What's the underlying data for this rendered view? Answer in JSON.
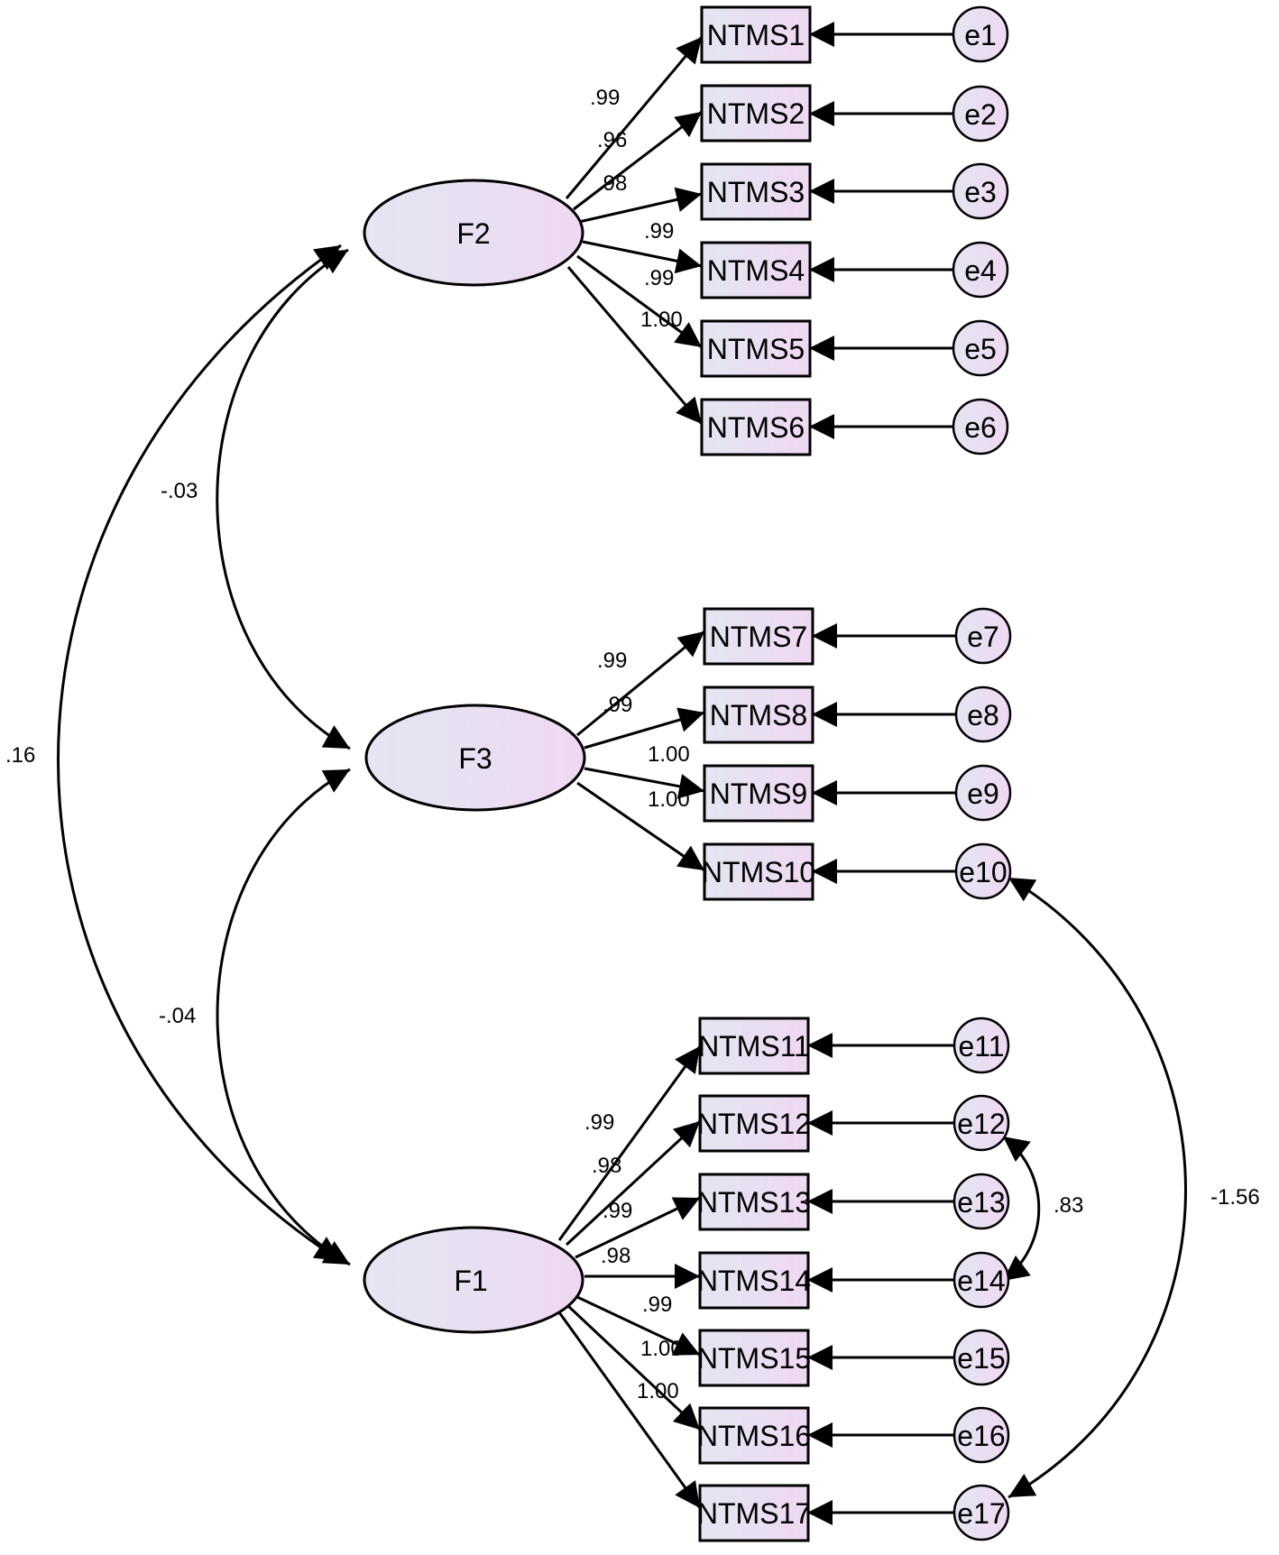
{
  "latents": [
    {
      "id": "F2",
      "label": "F2"
    },
    {
      "id": "F3",
      "label": "F3"
    },
    {
      "id": "F1",
      "label": "F1"
    }
  ],
  "observed": [
    {
      "id": "NTMS1",
      "label": "NTMS1",
      "factor": "F2",
      "loading": ".99",
      "error": "e1"
    },
    {
      "id": "NTMS2",
      "label": "NTMS2",
      "factor": "F2",
      "loading": ".96",
      "error": "e2"
    },
    {
      "id": "NTMS3",
      "label": "NTMS3",
      "factor": "F2",
      "loading": ".98",
      "error": "e3"
    },
    {
      "id": "NTMS4",
      "label": "NTMS4",
      "factor": "F2",
      "loading": ".99",
      "error": "e4"
    },
    {
      "id": "NTMS5",
      "label": "NTMS5",
      "factor": "F2",
      "loading": ".99",
      "error": "e5"
    },
    {
      "id": "NTMS6",
      "label": "NTMS6",
      "factor": "F2",
      "loading": "1.00",
      "error": "e6"
    },
    {
      "id": "NTMS7",
      "label": "NTMS7",
      "factor": "F3",
      "loading": ".99",
      "error": "e7"
    },
    {
      "id": "NTMS8",
      "label": "NTMS8",
      "factor": "F3",
      "loading": ".99",
      "error": "e8"
    },
    {
      "id": "NTMS9",
      "label": "NTMS9",
      "factor": "F3",
      "loading": "1.00",
      "error": "e9"
    },
    {
      "id": "NTMS10",
      "label": "NTMS10",
      "factor": "F3",
      "loading": "1.00",
      "error": "e10"
    },
    {
      "id": "NTMS11",
      "label": "NTMS11",
      "factor": "F1",
      "loading": ".99",
      "error": "e11"
    },
    {
      "id": "NTMS12",
      "label": "NTMS12",
      "factor": "F1",
      "loading": ".98",
      "error": "e12"
    },
    {
      "id": "NTMS13",
      "label": "NTMS13",
      "factor": "F1",
      "loading": ".99",
      "error": "e13"
    },
    {
      "id": "NTMS14",
      "label": "NTMS14",
      "factor": "F1",
      "loading": ".98",
      "error": "e14"
    },
    {
      "id": "NTMS15",
      "label": "NTMS15",
      "factor": "F1",
      "loading": ".99",
      "error": "e15"
    },
    {
      "id": "NTMS16",
      "label": "NTMS16",
      "factor": "F1",
      "loading": "1.00",
      "error": "e16"
    },
    {
      "id": "NTMS17",
      "label": "NTMS17",
      "factor": "F1",
      "loading": "1.00",
      "error": "e17"
    }
  ],
  "covariances": [
    {
      "from": "F2",
      "to": "F3",
      "value": "-.03"
    },
    {
      "from": "F3",
      "to": "F1",
      "value": "-.04"
    },
    {
      "from": "F2",
      "to": "F1",
      "value": ".16"
    },
    {
      "from": "e12",
      "to": "e14",
      "value": ".83"
    },
    {
      "from": "e10",
      "to": "e17",
      "value": "-1.56"
    }
  ],
  "colors": {
    "node_fill_start": "#e3e6f1",
    "node_fill_end": "#efd8f2",
    "stroke": "#000000",
    "background": "#ffffff"
  }
}
